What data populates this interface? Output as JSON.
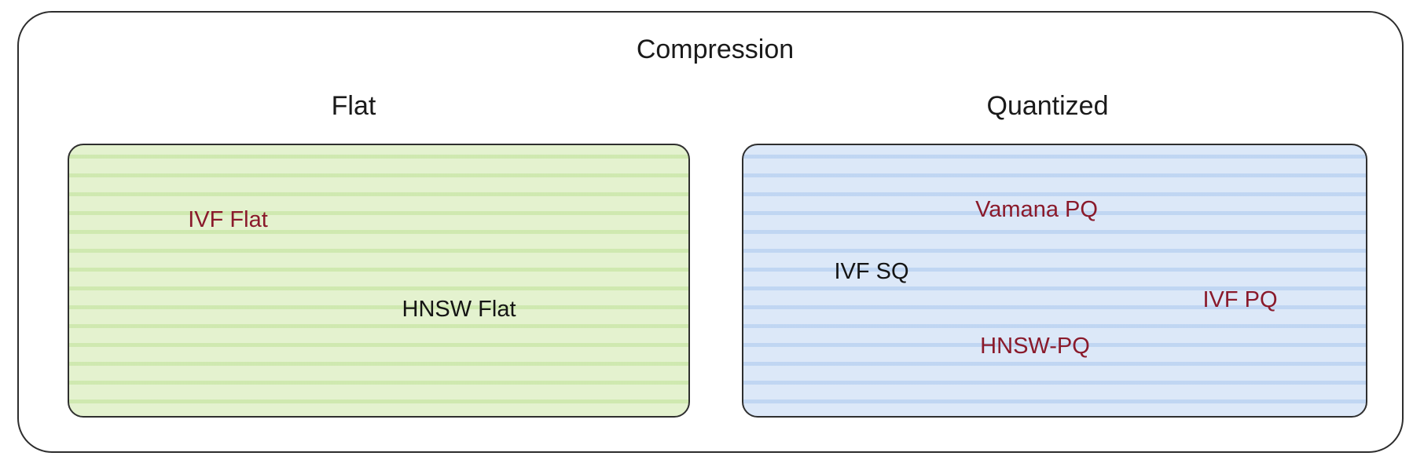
{
  "title": "Compression",
  "groups": {
    "flat": {
      "label": "Flat",
      "fill_color": "#e4f2cf",
      "items": [
        "IVF Flat",
        "HNSW Flat"
      ]
    },
    "quantized": {
      "label": "Quantized",
      "fill_color": "#dce8f8",
      "items": [
        "Vamana PQ",
        "IVF SQ",
        "IVF PQ",
        "HNSW-PQ"
      ]
    }
  },
  "colors": {
    "highlight_text": "#8a1a2b",
    "normal_text": "#151515",
    "border": "#2d2d2d"
  }
}
